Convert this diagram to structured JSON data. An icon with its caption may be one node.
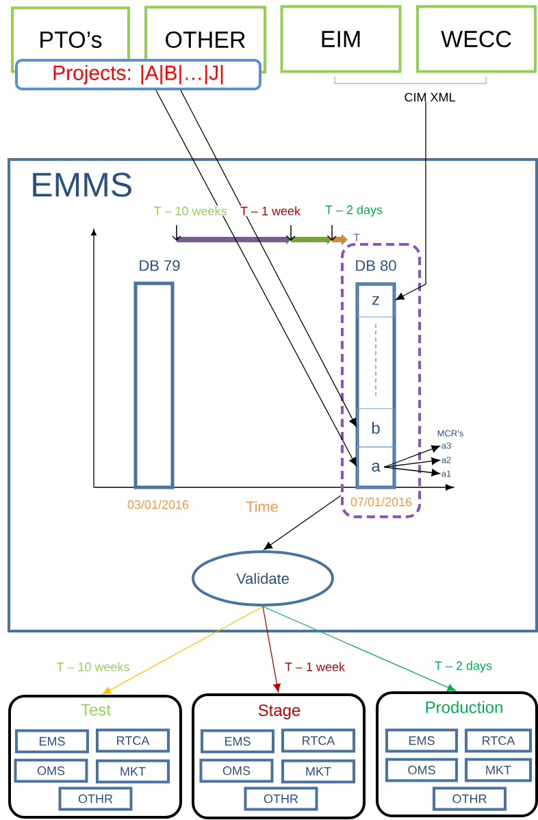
{
  "diagram": {
    "nodes": [
      {
        "text": [
          "PTO’s"
        ]
      },
      {
        "text": [
          "OTHER"
        ]
      },
      {
        "text": [
          "EIM"
        ]
      },
      {
        "text": [
          "WECC"
        ]
      },
      {
        "text": [
          "Projects: |A|B|…|J|"
        ]
      },
      {
        "text": [
          "CIM XML"
        ]
      },
      {
        "text": [
          "EMMS"
        ]
      },
      {
        "text": [
          "DB 79"
        ],
        "in": 6
      },
      {
        "text": [],
        "shape": "box",
        "in": 6
      },
      {
        "text": [
          "DB 80"
        ],
        "in": 8
      },
      {
        "text": [
          "z"
        ],
        "in": 9
      },
      {
        "text": [
          "b"
        ],
        "in": 9
      },
      {
        "text": [
          "a"
        ],
        "in": 9
      },
      {
        "text": [
          "a3"
        ],
        "in": 6
      },
      {
        "text": [
          "a2"
        ],
        "in": 6
      },
      {
        "text": [
          "a1"
        ],
        "in": 6
      },
      {
        "text": [
          "Validate"
        ],
        "in": 6
      },
      {
        "text": [
          "Test"
        ]
      },
      {
        "text": [
          "EMS"
        ],
        "in": 17
      },
      {
        "text": [
          "RTCA"
        ],
        "in": 17
      },
      {
        "text": [
          "OMS"
        ],
        "in": 17
      },
      {
        "text": [
          "MKT"
        ],
        "in": 17
      },
      {
        "text": [
          "OTHR"
        ],
        "in": 17
      },
      {
        "text": [
          "Stage"
        ]
      },
      {
        "text": [
          "EMS"
        ],
        "in": 23
      },
      {
        "text": [
          "RTCA"
        ],
        "in": 23
      },
      {
        "text": [
          "OMS"
        ],
        "in": 23
      },
      {
        "text": [
          "MKT"
        ],
        "in": 23
      },
      {
        "text": [
          "OTHR"
        ],
        "in": 23
      },
      {
        "text": [
          "Production"
        ]
      },
      {
        "text": [
          "EMS"
        ],
        "in": 29
      },
      {
        "text": [
          "RTCA"
        ],
        "in": 29
      },
      {
        "text": [
          "OMS"
        ],
        "in": 29
      },
      {
        "text": [
          "MKT"
        ],
        "in": 29
      },
      {
        "text": [
          "OTHR"
        ],
        "in": 29
      }
    ],
    "edges": [
      {
        "from": 4,
        "to": 12,
        "arrow": "to"
      },
      {
        "from": 4,
        "to": 11,
        "arrow": "to"
      },
      {
        "from": 5,
        "to": 10,
        "arrow": "to"
      },
      {
        "from": 12,
        "to": 13,
        "arrow": "to"
      },
      {
        "from": 12,
        "to": 14,
        "arrow": "to"
      },
      {
        "from": 12,
        "to": 15,
        "arrow": "to"
      },
      {
        "from": 8,
        "to": 16,
        "arrow": "to"
      },
      {
        "from": 16,
        "to": 17,
        "arrow": "to",
        "label": "T – 10 weeks",
        "color": "#ffc000"
      },
      {
        "from": 16,
        "to": 23,
        "arrow": "to",
        "label": "T – 1 week",
        "color": "#c00000"
      },
      {
        "from": 16,
        "to": 29,
        "arrow": "to",
        "label": "T – 2 days",
        "color": "#00b050"
      }
    ],
    "labels": [
      "T – 10 weeks",
      "T – 1 week",
      "T – 2 days",
      "T",
      "03/01/2016",
      "Time",
      "07/01/2016",
      "MCR’s"
    ]
  }
}
